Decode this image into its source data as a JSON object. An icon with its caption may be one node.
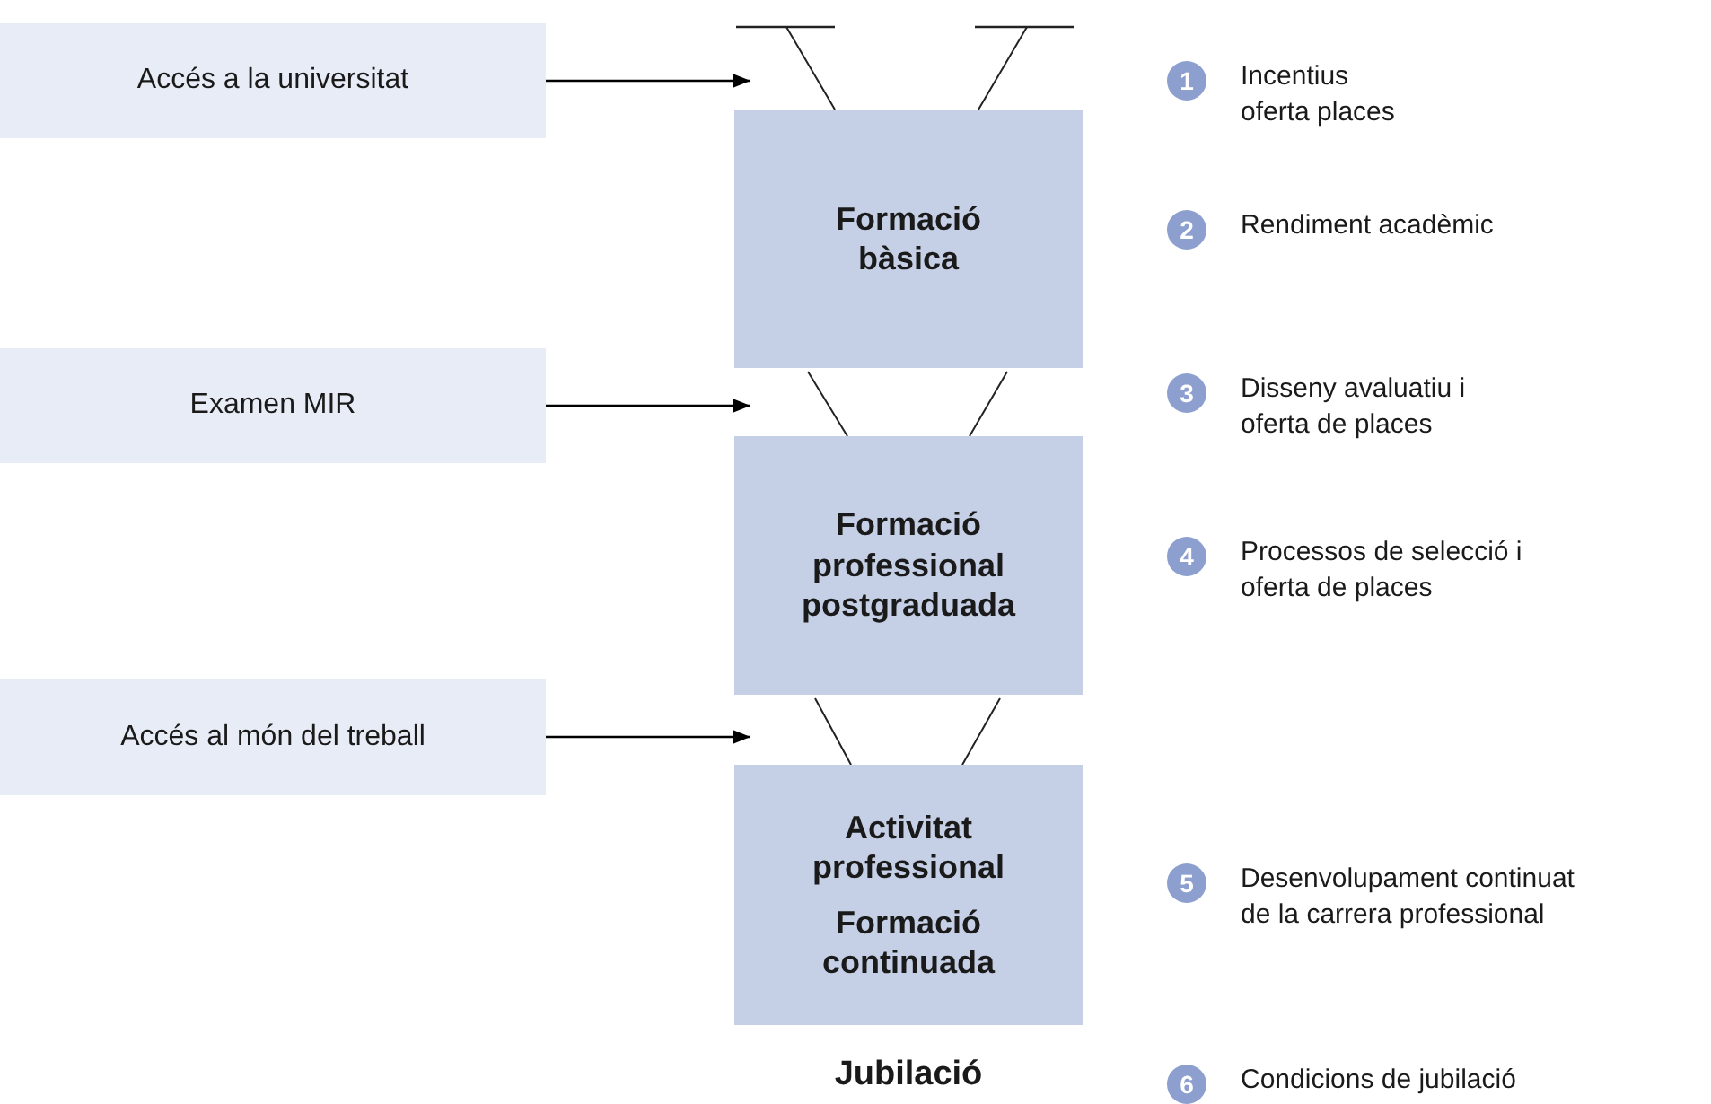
{
  "diagram": {
    "nodes": [
      {
        "text": [
          "Accés a la universitat"
        ]
      },
      {
        "text": [
          "Formació bàsica"
        ]
      },
      {
        "text": [
          "Examen MIR"
        ]
      },
      {
        "text": [
          "Formació professional postgraduada"
        ]
      },
      {
        "text": [
          "Accés al món del treball"
        ]
      },
      {
        "text": [
          "Activitat professional",
          "Formació continuada"
        ]
      },
      {
        "text": [
          "1"
        ],
        "beside": [
          "Incentius oferta places"
        ]
      },
      {
        "text": [
          "2"
        ],
        "beside": [
          "Rendiment acadèmic"
        ]
      },
      {
        "text": [
          "3"
        ],
        "beside": [
          "Disseny avaluatiu i oferta de places"
        ]
      },
      {
        "text": [
          "4"
        ],
        "beside": [
          "Processos de selecció i oferta de places"
        ]
      },
      {
        "text": [
          "5"
        ],
        "beside": [
          "Desenvolupament continuat de la carrera professional"
        ]
      },
      {
        "text": [
          "6"
        ],
        "beside": [
          "Condicions de jubilació"
        ]
      }
    ],
    "edges": [
      {
        "from": 0,
        "to": 1,
        "arrow": "to"
      },
      {
        "from": 2,
        "to": 3,
        "arrow": "to"
      },
      {
        "from": 4,
        "to": 5,
        "arrow": "to"
      }
    ],
    "labels": [
      "Jubilació"
    ]
  }
}
